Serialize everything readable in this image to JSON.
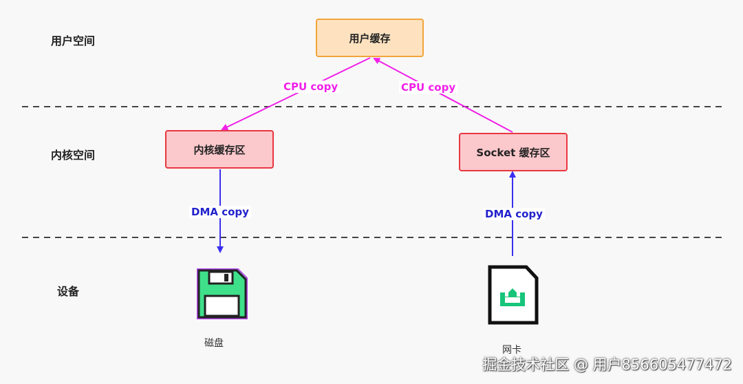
{
  "regions": {
    "user_space": "用户空间",
    "kernel_space": "内核空间",
    "device": "设备"
  },
  "nodes": {
    "user_buffer": "用户缓存",
    "kernel_buffer": "内核缓存区",
    "socket_buffer": "Socket 缓存区"
  },
  "edges": {
    "cpu_copy_left": "CPU copy",
    "cpu_copy_right": "CPU copy",
    "dma_copy_left": "DMA copy",
    "dma_copy_right": "DMA copy"
  },
  "devices": {
    "disk_label": "磁盘",
    "disk_icon": "floppy-disk-icon",
    "nic_label": "网卡",
    "nic_icon": "network-card-icon"
  },
  "colors": {
    "cpu_arrow": "#f020e8",
    "dma_arrow": "#3a2ef0",
    "user_box_fill": "#fee2c0",
    "user_box_border": "#f2a43a",
    "kernel_box_fill": "#fbc8cc",
    "kernel_box_border": "#e8373f",
    "disk_green": "#3ee08a",
    "disk_border": "#b046e6",
    "nic_green": "#16c47a"
  },
  "watermark": "掘金技术社区 @ 用户856605477472"
}
